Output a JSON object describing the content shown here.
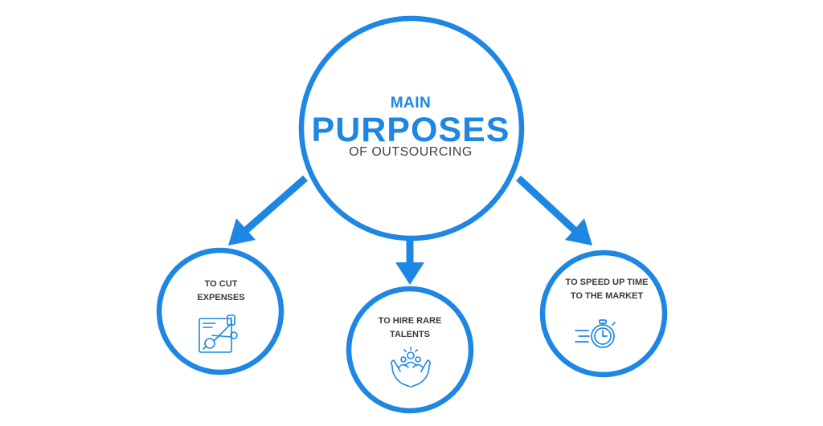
{
  "center": {
    "line1": "MAIN",
    "line2": "PURPOSES",
    "line3": "OF OUTSOURCING"
  },
  "nodes": [
    {
      "label_line1": "TO CUT",
      "label_line2": "EXPENSES",
      "icon": "scissors-cut-expenses-icon"
    },
    {
      "label_line1": "TO HIRE RARE",
      "label_line2": "TALENTS",
      "icon": "hands-holding-team-icon"
    },
    {
      "label_line1": "TO SPEED UP TIME",
      "label_line2": "TO THE MARKET",
      "icon": "stopwatch-speed-icon"
    }
  ],
  "colors": {
    "accent": "#1e86e3",
    "text_dark": "#3a3a3a",
    "text_gray": "#444444",
    "background": "#ffffff"
  }
}
